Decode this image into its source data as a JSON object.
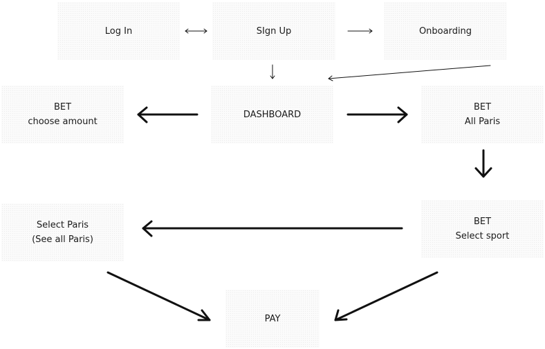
{
  "nodes": {
    "login": {
      "line1": "Log In"
    },
    "signup": {
      "line1": "SIgn Up"
    },
    "onboarding": {
      "line1": "Onboarding"
    },
    "dashboard": {
      "line1": "DASHBOARD"
    },
    "bet_amount": {
      "line1": "BET",
      "line2": "choose amount"
    },
    "bet_all_paris": {
      "line1": "BET",
      "line2": "All Paris"
    },
    "bet_select_sport": {
      "line1": "BET",
      "line2": "Select sport"
    },
    "select_paris": {
      "line1": "Select Paris",
      "line2": "(See all Paris)"
    },
    "pay": {
      "line1": "PAY"
    }
  },
  "edges": [
    {
      "from": "login",
      "to": "signup",
      "bidirectional": true,
      "weight": "thin"
    },
    {
      "from": "signup",
      "to": "onboarding",
      "weight": "thin"
    },
    {
      "from": "signup",
      "to": "dashboard",
      "weight": "thin"
    },
    {
      "from": "onboarding",
      "to": "dashboard",
      "weight": "thin"
    },
    {
      "from": "dashboard",
      "to": "bet_amount",
      "weight": "thick"
    },
    {
      "from": "dashboard",
      "to": "bet_all_paris",
      "weight": "thick"
    },
    {
      "from": "bet_all_paris",
      "to": "bet_select_sport",
      "weight": "thick"
    },
    {
      "from": "bet_select_sport",
      "to": "select_paris",
      "weight": "thick"
    },
    {
      "from": "select_paris",
      "to": "pay",
      "weight": "thick"
    },
    {
      "from": "bet_select_sport",
      "to": "pay",
      "weight": "thick"
    }
  ]
}
